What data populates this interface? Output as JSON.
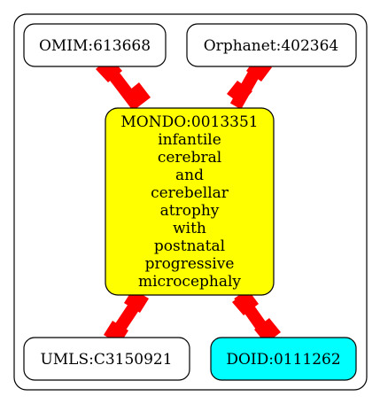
{
  "colors": {
    "edge": "#ff0000",
    "border": "#000000",
    "background": "#ffffff",
    "center_fill": "#ffff00",
    "doid_fill": "#00ffff",
    "default_fill": "#ffffff"
  },
  "nodes": {
    "omim": {
      "label": "OMIM:613668"
    },
    "orphanet": {
      "label": "Orphanet:402364"
    },
    "center": {
      "lines": [
        "MONDO:0013351",
        "infantile",
        "cerebral",
        "and",
        "cerebellar",
        "atrophy",
        "with",
        "postnatal",
        "progressive",
        "microcephaly"
      ]
    },
    "umls": {
      "label": "UMLS:C3150921"
    },
    "doid": {
      "label": "DOID:0111262"
    }
  }
}
